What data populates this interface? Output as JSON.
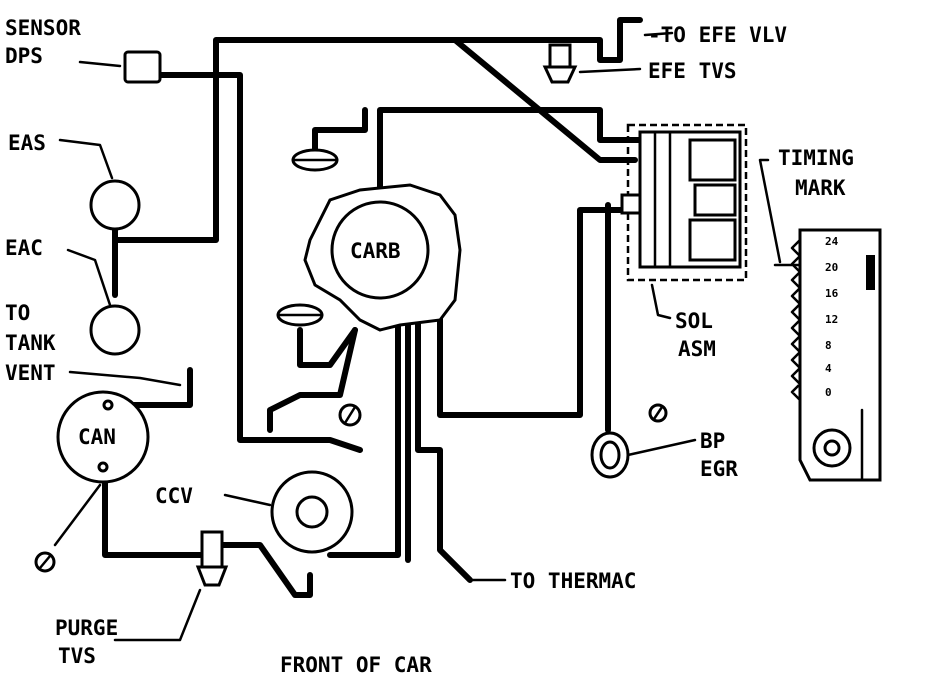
{
  "labels": {
    "sensor_dps": [
      "SENSOR",
      "DPS"
    ],
    "to_efe_vlv": "-TO EFE VLV",
    "efe_tvs": "EFE TVS",
    "eas": "EAS",
    "eac": "EAC",
    "to_tank_vent": [
      "TO",
      "TANK",
      "VENT"
    ],
    "can": "CAN",
    "carb": "CARB",
    "timing_mark": [
      "TIMING",
      "MARK"
    ],
    "sol_asm": [
      "SOL",
      "ASM"
    ],
    "bp_egr": [
      "BP",
      "EGR"
    ],
    "ccv": "CCV",
    "to_thermac": "TO THERMAC",
    "purge_tvs": [
      "PURGE",
      "TVS"
    ],
    "front_of_car": "FRONT OF CAR"
  },
  "timing_scale": [
    "24",
    "20",
    "16",
    "12",
    "8",
    "4",
    "0"
  ],
  "colors": {
    "line": "#000000",
    "background": "#ffffff"
  }
}
